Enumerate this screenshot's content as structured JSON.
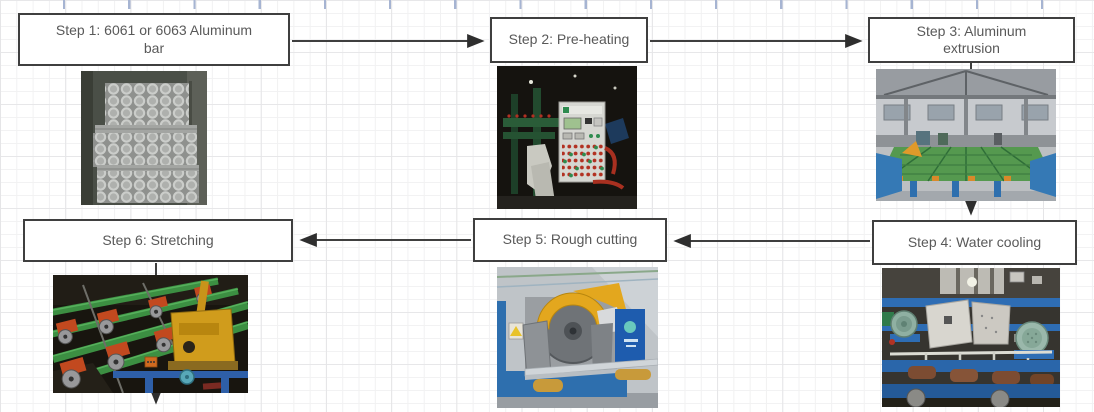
{
  "diagram": {
    "steps": [
      {
        "id": "step-1",
        "label": "Step 1: 6061 or 6063 Aluminum bar",
        "photo": "aluminum-round-bars-stack-photo"
      },
      {
        "id": "step-2",
        "label": "Step 2: Pre-heating",
        "photo": "preheating-press-control-panel-photo"
      },
      {
        "id": "step-3",
        "label": "Step 3: Aluminum extrusion",
        "photo": "extrusion-workshop-runout-tables-photo"
      },
      {
        "id": "step-4",
        "label": "Step 4: Water cooling",
        "photo": "water-cooling-conveyor-machine-photo"
      },
      {
        "id": "step-5",
        "label": "Step 5: Rough cutting",
        "photo": "rough-cutting-saw-machine-photo"
      },
      {
        "id": "step-6",
        "label": "Step 6: Stretching",
        "photo": "stretching-machine-green-rails-photo"
      }
    ],
    "connectors": [
      {
        "from": "step-1",
        "to": "step-2",
        "direction": "right"
      },
      {
        "from": "step-2",
        "to": "step-3",
        "direction": "right"
      },
      {
        "from": "step-3",
        "to": "step-4",
        "direction": "down"
      },
      {
        "from": "step-4",
        "to": "step-5",
        "direction": "left"
      },
      {
        "from": "step-5",
        "to": "step-6",
        "direction": "left"
      },
      {
        "from": "step-6",
        "to": "next",
        "direction": "down"
      }
    ],
    "colors": {
      "box_border": "#3f3f3f",
      "box_fill": "#ffffff",
      "label_text": "#595959",
      "arrow": "#323232",
      "grid_minor": "#f2f2f3",
      "grid_major": "#e6e6e8",
      "grid_tick_blue": "#a6b4d2",
      "canvas_bg": "#ffffff"
    }
  }
}
